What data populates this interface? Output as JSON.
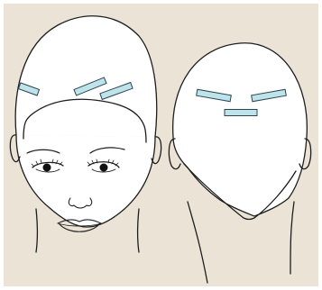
{
  "illustration": {
    "views": [
      "front-view",
      "back-view"
    ],
    "colors": {
      "background": "#ebe3d6",
      "skin": "#ffffff",
      "outline": "#1e1e1e",
      "tape_fill": "#bfe3ea",
      "tape_stroke": "#2b4650"
    },
    "front_view": {
      "tape_strip_count": 3
    },
    "back_view": {
      "tape_strip_count": 3
    }
  }
}
